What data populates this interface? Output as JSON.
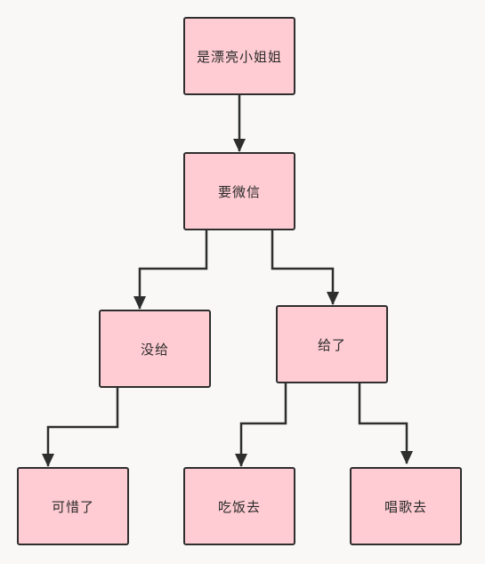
{
  "nodes": {
    "root": "是漂亮小姐姐",
    "wechat": "要微信",
    "no": "没给",
    "yes": "给了",
    "pity": "可惜了",
    "eat": "吃饭去",
    "sing": "唱歌去"
  },
  "colors": {
    "node_fill": "#ffccd3",
    "node_border": "#2e2e2e",
    "edge": "#2e2e2e",
    "background": "#f9f8f7"
  }
}
